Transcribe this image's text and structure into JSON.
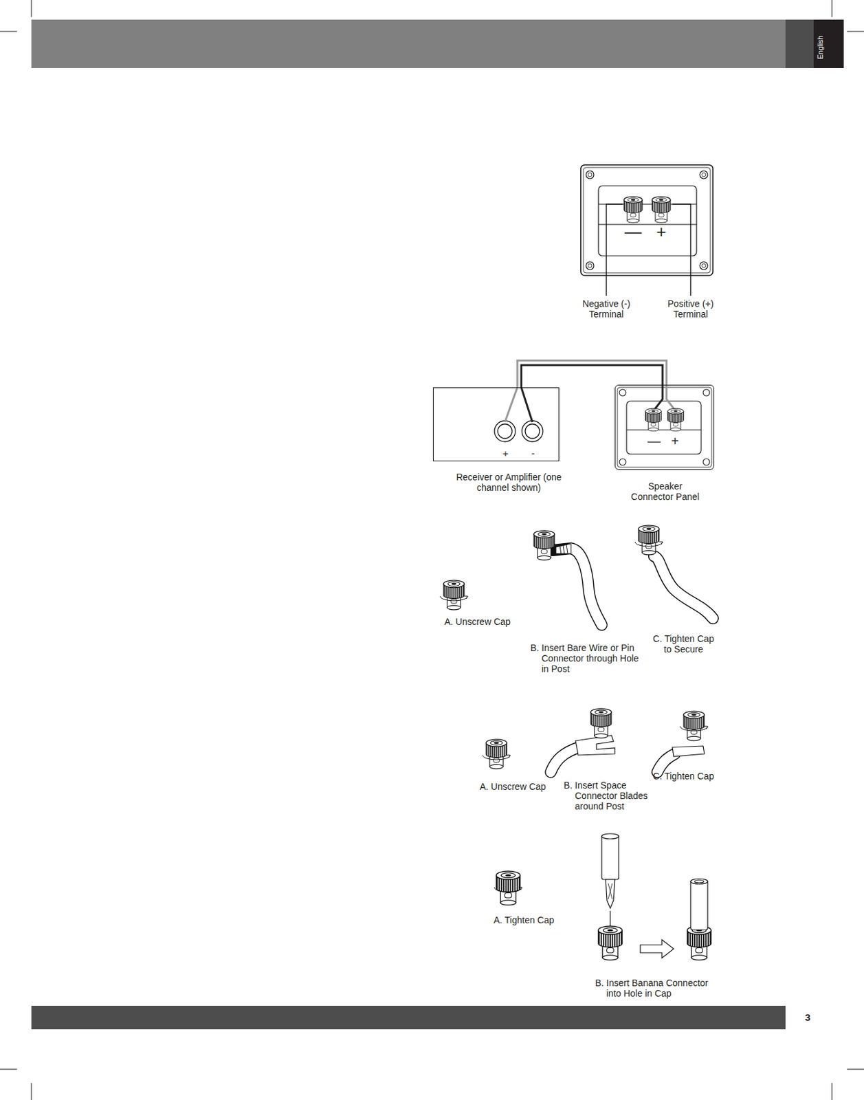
{
  "diagram": {
    "nodes": [
      {
        "text": [
          "+",
          "-",
          "Receiver or Amplifier (one channel shown)"
        ]
      },
      {
        "text": [
          "—",
          "+",
          "Speaker Connector Panel"
        ]
      }
    ],
    "edges": [
      {
        "from": 0,
        "to": 1,
        "arrow": "none"
      },
      {
        "from": 0,
        "to": 1,
        "arrow": "none"
      }
    ],
    "labels": [
      "English",
      "—",
      "+",
      "Negative (-) Terminal",
      "Positive (+) Terminal",
      "A. Unscrew Cap",
      "B. Insert Bare Wire or Pin Connector through Hole in Post",
      "C. Tighten Cap to Secure",
      "A. Unscrew Cap",
      "B. Insert Space Connector Blades around Post",
      "C. Tighten Cap",
      "A. Tighten Cap",
      "B. Insert Banana Connector into Hole in Cap",
      "3"
    ]
  }
}
